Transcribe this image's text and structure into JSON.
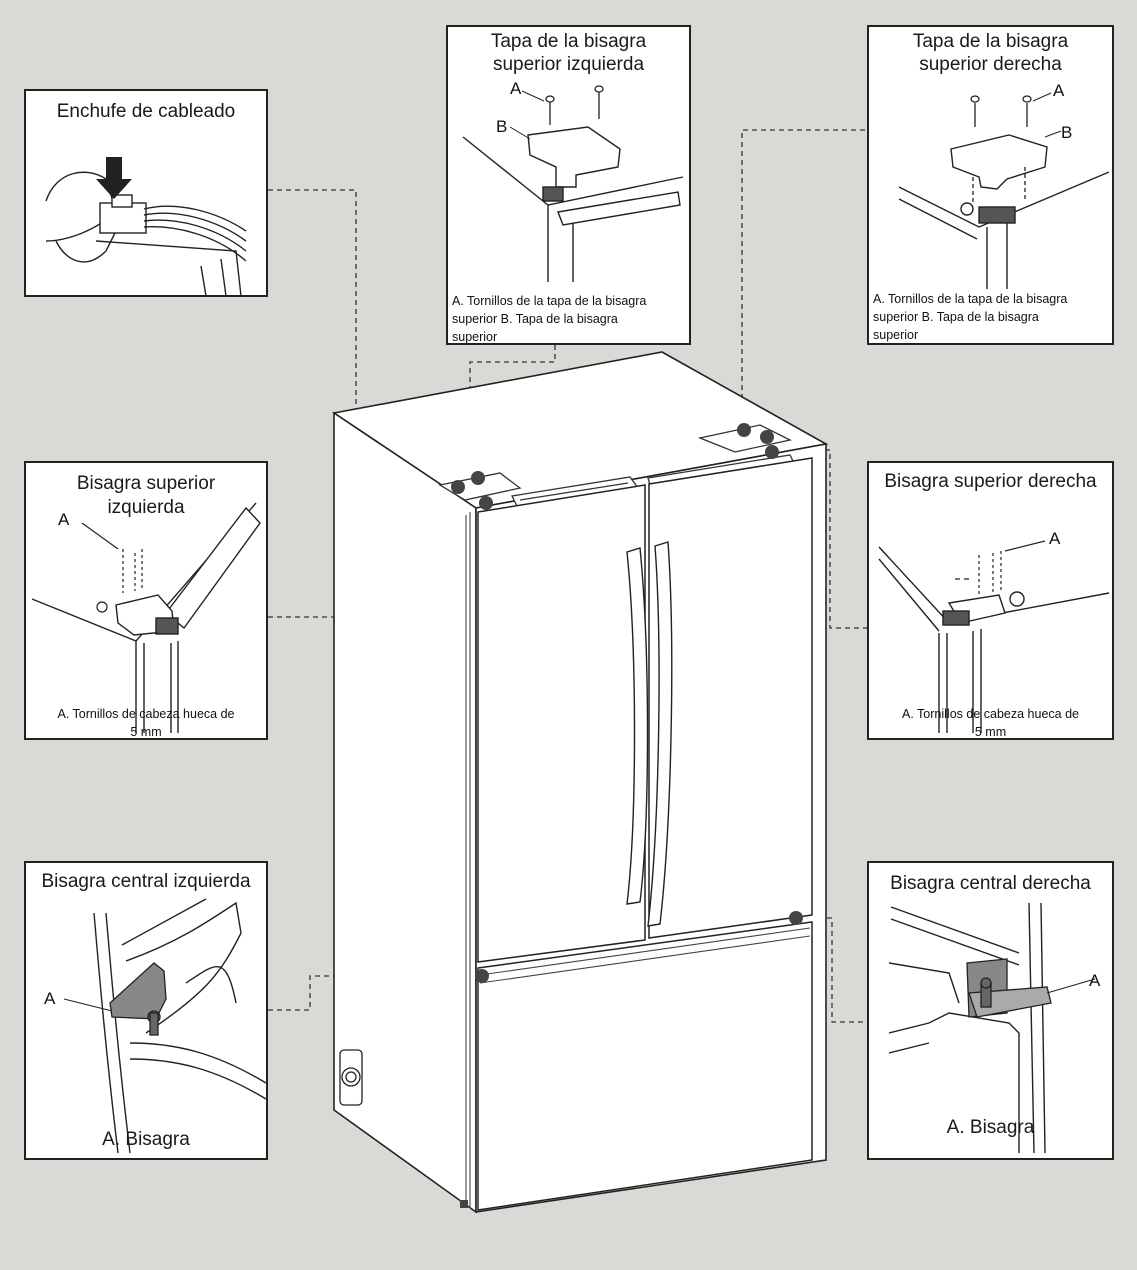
{
  "colors": {
    "background": "#dbd9d6",
    "panel": "#ffffff",
    "line": "#222222",
    "dot": "#444444"
  },
  "panels": {
    "wiring": {
      "title": "Enchufe de cableado"
    },
    "top_left_cover": {
      "title_line1": "Tapa de la bisagra",
      "title_line2": "superior izquierda",
      "label_a": "A",
      "label_b": "B",
      "caption_line1": "A. Tornillos de la tapa de la bisagra",
      "caption_line2": "superior B. Tapa de la bisagra",
      "caption_line3": "superior"
    },
    "top_right_cover": {
      "title_line1": "Tapa de la bisagra",
      "title_line2": "superior derecha",
      "label_a": "A",
      "label_b": "B",
      "caption_line1": "A. Tornillos de la tapa de la bisagra",
      "caption_line2": "superior B. Tapa de la bisagra",
      "caption_line3": "superior"
    },
    "top_left_hinge": {
      "title_line1": "Bisagra superior",
      "title_line2": "izquierda",
      "label_a": "A",
      "caption_line1": "A. Tornillos de cabeza hueca de",
      "caption_line2": "5 mm"
    },
    "top_right_hinge": {
      "title": "Bisagra superior derecha",
      "label_a": "A",
      "caption_line1": "A. Tornillos de cabeza hueca de",
      "caption_line2": "5 mm"
    },
    "center_left_hinge": {
      "title": "Bisagra central izquierda",
      "label_a": "A",
      "caption": "A. Bisagra"
    },
    "center_right_hinge": {
      "title": "Bisagra central derecha",
      "label_a": "A",
      "caption": "A. Bisagra"
    }
  }
}
